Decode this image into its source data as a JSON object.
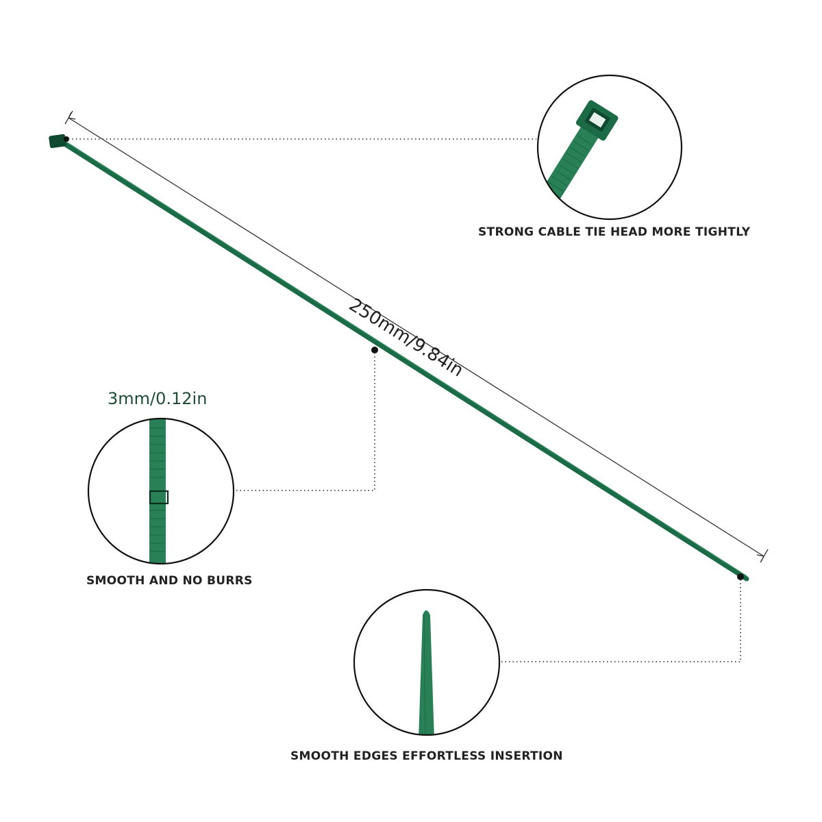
{
  "labels": {
    "head": "STRONG CABLE TIE HEAD MORE TIGHTLY",
    "burrs": "SMOOTH AND NO BURRS",
    "edges": "SMOOTH EDGES EFFORTLESS INSERTION"
  },
  "dimensions": {
    "length": "250mm/9.84in",
    "width": "3mm/0.12in"
  },
  "colors": {
    "tie": "#1b6b46",
    "tie_dark": "#0f4a30",
    "line": "#333333",
    "text": "#222222"
  }
}
